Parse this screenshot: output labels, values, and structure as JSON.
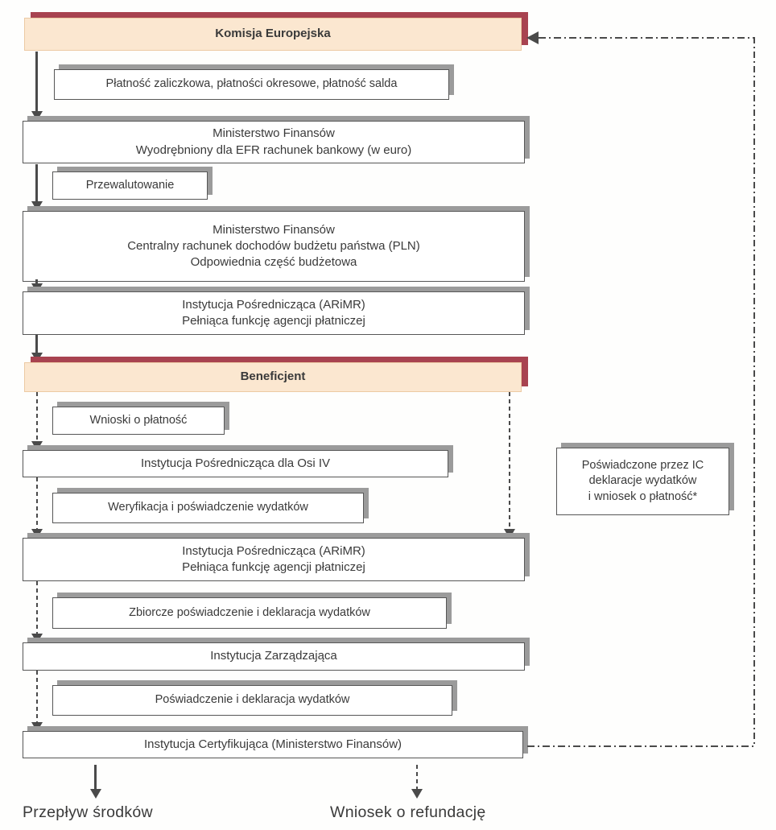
{
  "nodes": {
    "komisja": {
      "label": "Komisja Europejska"
    },
    "platnosc_zaliczkowa": {
      "label": "Płatność zaliczkowa, płatności okresowe, płatność salda"
    },
    "mf_efr": {
      "label": "Ministerstwo Finansów\nWyodrębniony dla EFR rachunek bankowy (w euro)"
    },
    "przewalutowanie": {
      "label": "Przewalutowanie"
    },
    "mf_pln": {
      "label": "Ministerstwo Finansów\nCentralny rachunek dochodów budżetu państwa (PLN)\nOdpowiednia część budżetowa"
    },
    "ip_arimr_1": {
      "label": "Instytucja Pośrednicząca (ARiMR)\nPełniąca funkcję agencji płatniczej"
    },
    "beneficjent": {
      "label": "Beneficjent"
    },
    "wnioski_o_platnosc": {
      "label": "Wnioski o płatność"
    },
    "ip_osi_iv": {
      "label": "Instytucja Pośrednicząca dla Osi IV"
    },
    "weryfikacja": {
      "label": "Weryfikacja i poświadczenie wydatków"
    },
    "ip_arimr_2": {
      "label": "Instytucja Pośrednicząca (ARiMR)\nPełniąca funkcję agencji płatniczej"
    },
    "zbiorcze_poswiadczenie": {
      "label": "Zbiorcze poświadczenie i deklaracja wydatków"
    },
    "instytucja_zarzadzajaca": {
      "label": "Instytucja Zarządzająca"
    },
    "poswiadczenie_deklaracja": {
      "label": "Poświadczenie i deklaracja wydatków"
    },
    "instytucja_certyfikujaca": {
      "label": "Instytucja Certyfikująca (Ministerstwo Finansów)"
    },
    "poswiadczone_przez_ic": {
      "label": "Poświadczone przez IC\ndeklaracje wydatków\ni wniosek o płatność*"
    }
  },
  "legend": {
    "przeplyw_srodkow": "Przepływ środków",
    "wniosek_o_refundacje": "Wniosek o refundację"
  },
  "colors": {
    "highlight_fill": "#fbe7d0",
    "highlight_border": "#eccaa4",
    "highlight_shadow": "#a84350",
    "box_border": "#565656",
    "box_shadow": "#9b9b9b",
    "arrow": "#4a4a4a",
    "text": "#3a3a3a"
  }
}
